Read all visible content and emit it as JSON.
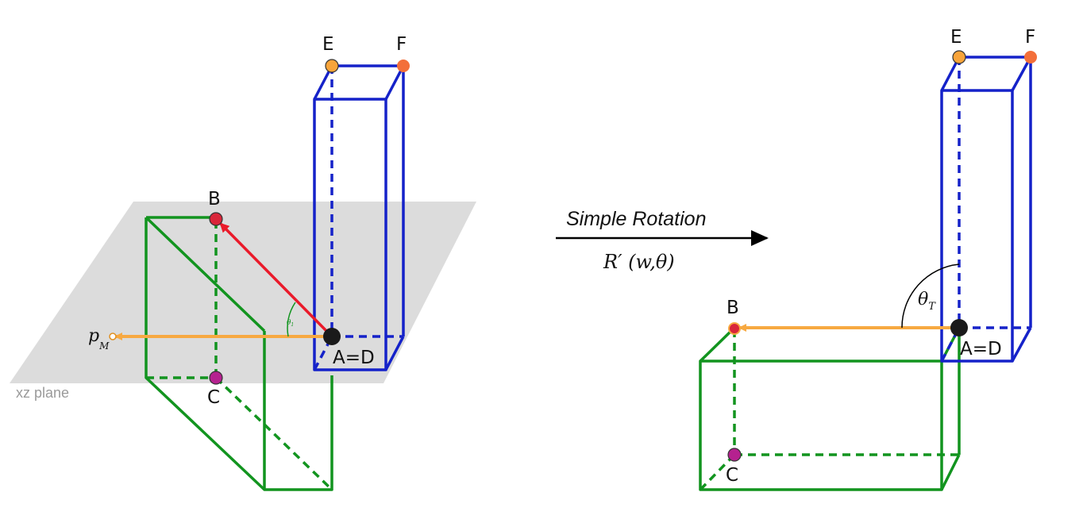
{
  "left_panel": {
    "plane_label": "xz plane",
    "labels": {
      "E": "E",
      "F": "F",
      "B": "B",
      "C": "C",
      "AD": "A=D",
      "pM_main": "p",
      "pM_sub": "M",
      "theta_main": "θ",
      "theta_sub": "1"
    }
  },
  "middle": {
    "title": "Simple Rotation",
    "formula": "R′ (w,θ)"
  },
  "right_panel": {
    "labels": {
      "E": "E",
      "F": "F",
      "B": "B",
      "C": "C",
      "AD": "A=D",
      "theta_main": "θ",
      "theta_sub": "T"
    }
  },
  "colors": {
    "blue_box": "#1522c9",
    "green_box": "#12941f",
    "red_vector": "#ea1a2a",
    "orange_vector": "#f7a941",
    "plane": "#dcdcdc",
    "point_E": "#f8a43a",
    "point_F": "#f36f3a",
    "point_B": "#d9263a",
    "point_C": "#b5218f",
    "point_AD": "#1a1a1a"
  }
}
